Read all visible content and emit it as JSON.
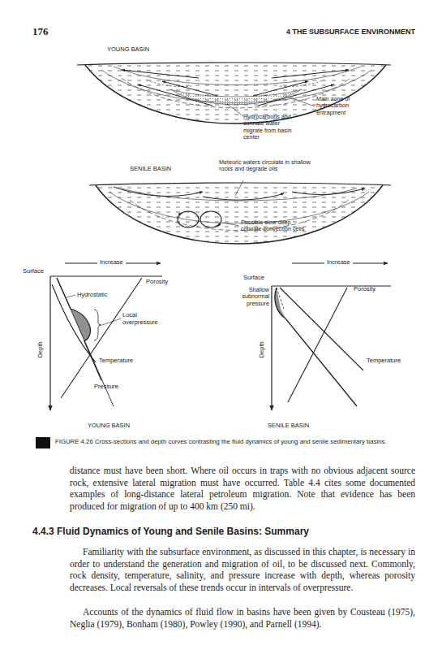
{
  "diagram": {
    "caption": "FIGURE 4.26 Cross-sections and depth curves contrasting the fluid dynamics of young and senile sedimentary basins.",
    "labels": [
      "176",
      "4 THE SUBSURFACE ENVIRONMENT",
      "YOUNG BASIN",
      "Main zone of hydrocarbon entrapment",
      "Hydrocarbons and connate water migrate from basin center",
      "SENILE BASIN",
      "Meteoric waters circulate in shallow rocks and degrade oils",
      "Possible slow deep connate convection cells",
      "Increase",
      "Surface",
      "Porosity",
      "Hydrostatic",
      "Local overpressure",
      "Depth",
      "Temperature",
      "Pressure",
      "Increase",
      "Surface",
      "Shallow subnormal pressure",
      "Porosity",
      "Depth",
      "Temperature",
      "YOUNG BASIN",
      "SENILE BASIN",
      "distance must have been short. Where oil occurs in traps with no obvious adjacent source rock, extensive lateral migration must have occurred. Table 4.4 cites some documented examples of long-distance lateral petroleum migration. Note that evidence has been produced for migration of up to 400 km (250 mi).",
      "4.4.3 Fluid Dynamics of Young and Senile Basins: Summary",
      "Familiarity with the subsurface environment, as discussed in this chapter, is necessary in order to understand the generation and migration of oil, to be discussed next. Commonly, rock density, temperature, salinity, and pressure increase with depth, whereas porosity decreases. Local reversals of these trends occur in intervals of overpressure.",
      "Accounts of the dynamics of fluid flow in basins have been given by Cousteau (1975), Neglia (1979), Bonham (1980), Powley (1990), and Parnell (1994)."
    ]
  }
}
